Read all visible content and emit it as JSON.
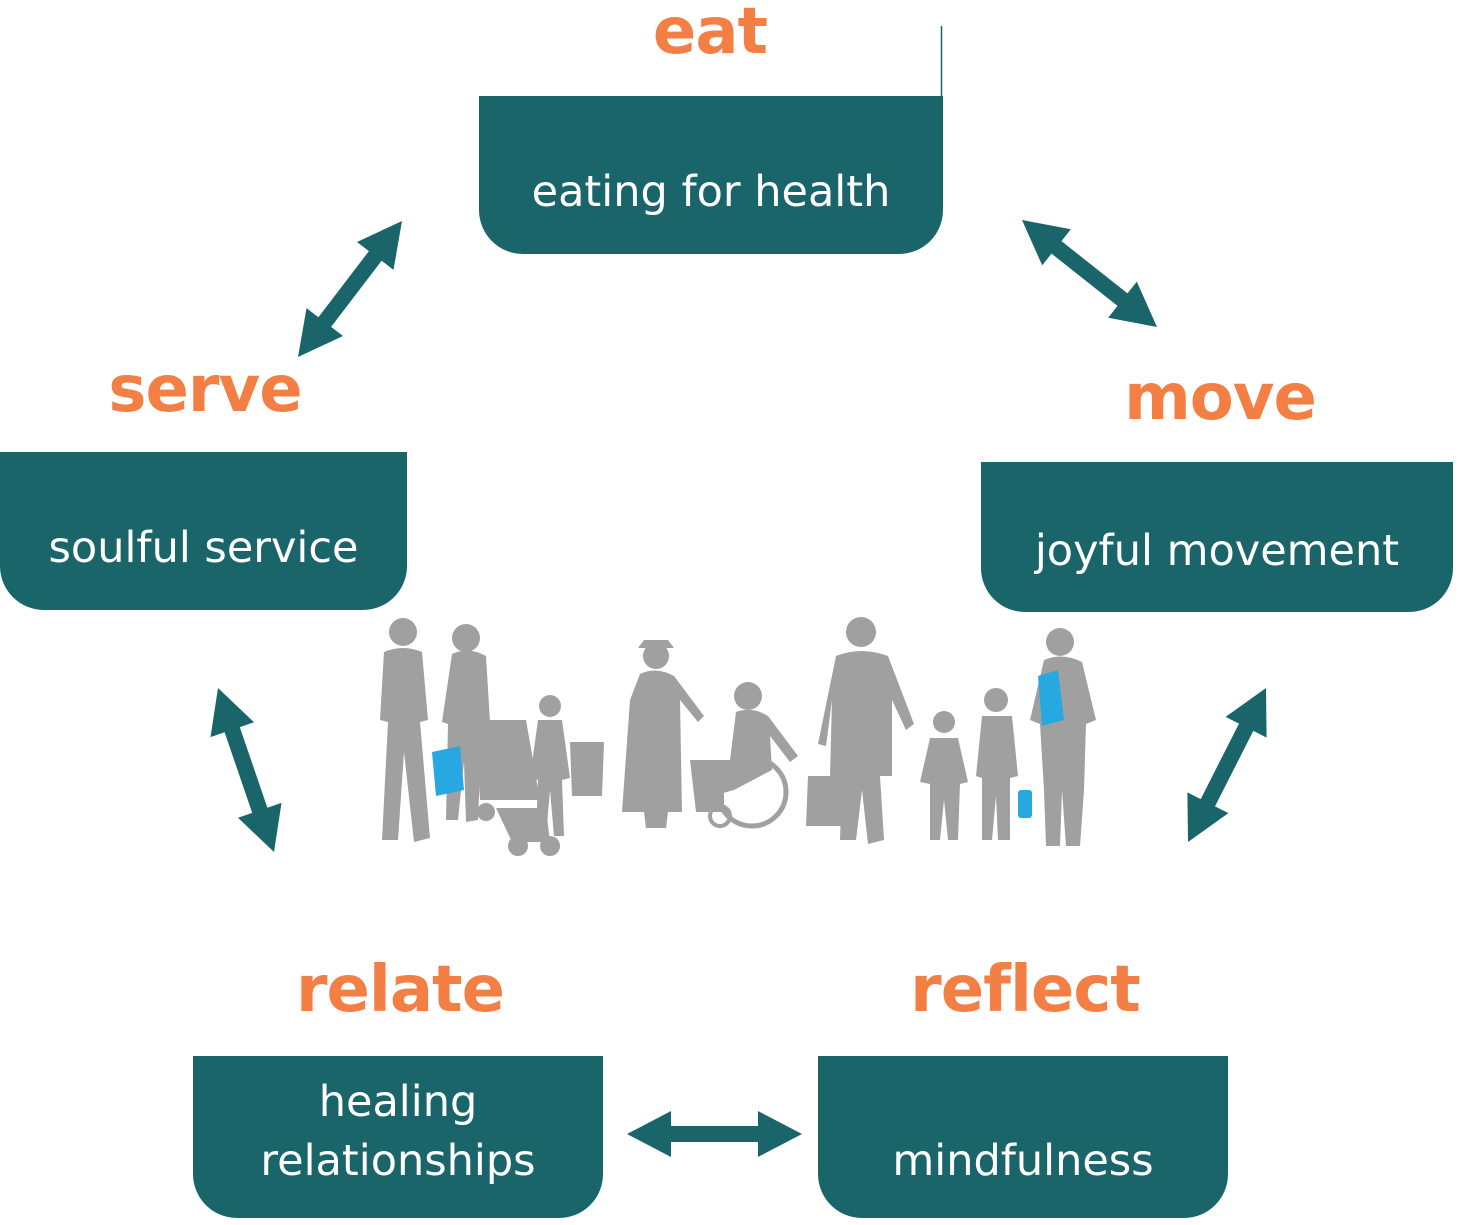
{
  "colors": {
    "accent": "#f47f45",
    "box": "#1a6569",
    "arrow": "#1a6569",
    "silhouette": "#a0a0a0",
    "silhouette_accent": "#27a8e0"
  },
  "nodes": [
    {
      "id": "eat",
      "keyword": "eat",
      "description": [
        "eating for health"
      ]
    },
    {
      "id": "move",
      "keyword": "move",
      "description": [
        "joyful movement"
      ]
    },
    {
      "id": "reflect",
      "keyword": "reflect",
      "description": [
        "mindfulness"
      ]
    },
    {
      "id": "relate",
      "keyword": "relate",
      "description": [
        "healing",
        "relationships"
      ]
    },
    {
      "id": "serve",
      "keyword": "serve",
      "description": [
        "soulful service"
      ]
    }
  ],
  "edges": [
    {
      "from": "eat",
      "to": "move",
      "type": "bidirectional"
    },
    {
      "from": "move",
      "to": "reflect",
      "type": "bidirectional"
    },
    {
      "from": "reflect",
      "to": "relate",
      "type": "bidirectional"
    },
    {
      "from": "relate",
      "to": "serve",
      "type": "bidirectional"
    },
    {
      "from": "serve",
      "to": "eat",
      "type": "bidirectional"
    }
  ],
  "illustration": {
    "icon": "people-silhouettes-icon"
  }
}
